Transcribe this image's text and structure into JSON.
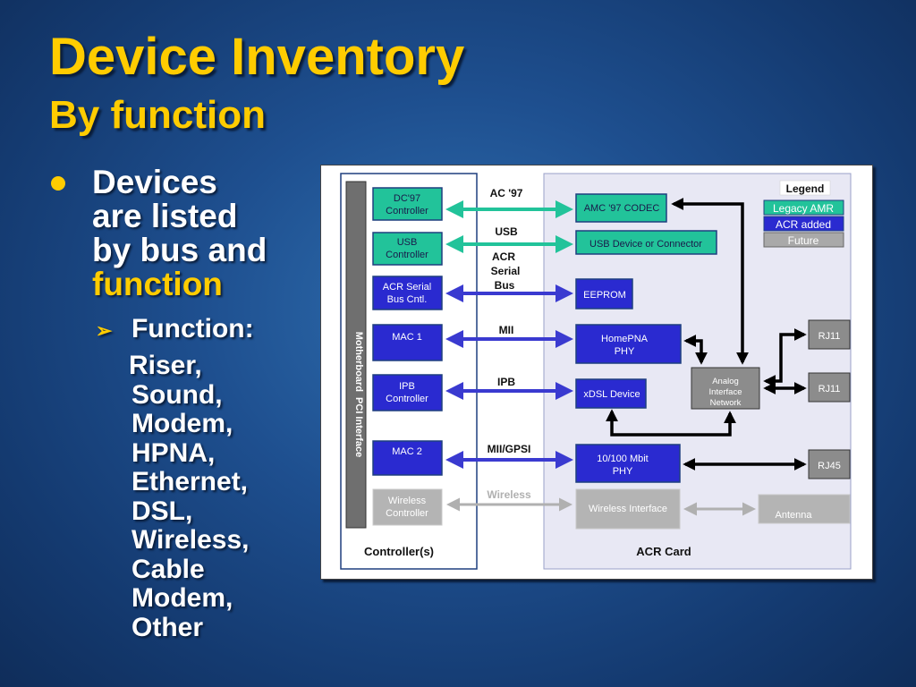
{
  "slide": {
    "title": "Device Inventory",
    "subtitle": "By function"
  },
  "bullets": {
    "main_text": "Devices are listed by bus and",
    "main_lines": [
      "Devices",
      "are listed",
      "by bus and"
    ],
    "main_highlight": "function",
    "sub_label": "Function:",
    "functions": [
      "Riser,",
      "Sound,",
      "Modem,",
      "HPNA,",
      "Ethernet,",
      "DSL,",
      "Wireless,",
      "Cable",
      "Modem,",
      "Other"
    ]
  },
  "diagram": {
    "motherboard_label": "Motherboard  PCI Interface",
    "controllers_label": "Controller(s)",
    "card_label": "ACR Card",
    "legend": {
      "title": "Legend",
      "items": [
        {
          "label": "Legacy AMR",
          "color": "#22c39a"
        },
        {
          "label": "ACR added",
          "color": "#2a2ad0"
        },
        {
          "label": "Future",
          "color": "#a9a9a9"
        }
      ]
    },
    "controllers": [
      {
        "lines": [
          "DC'97",
          "Controller"
        ],
        "kind": "legacy"
      },
      {
        "lines": [
          "USB",
          "Controller"
        ],
        "kind": "legacy"
      },
      {
        "lines": [
          "ACR Serial",
          "Bus Cntl."
        ],
        "kind": "acr"
      },
      {
        "lines": [
          "MAC 1"
        ],
        "kind": "acr"
      },
      {
        "lines": [
          "IPB",
          "Controller"
        ],
        "kind": "acr"
      },
      {
        "lines": [
          "MAC 2"
        ],
        "kind": "acr"
      },
      {
        "lines": [
          "Wireless",
          "Controller"
        ],
        "kind": "future"
      }
    ],
    "buses": [
      "AC '97",
      "USB",
      "ACR Serial Bus",
      "MII",
      "IPB",
      "MII/GPSI",
      "Wireless"
    ],
    "acr_serial_bus_lines": [
      "ACR",
      "Serial",
      "Bus"
    ],
    "devices": [
      {
        "lines": [
          "AMC '97 CODEC"
        ],
        "kind": "legacy"
      },
      {
        "lines": [
          "USB Device or Connector"
        ],
        "kind": "legacy"
      },
      {
        "lines": [
          "EEPROM"
        ],
        "kind": "acr"
      },
      {
        "lines": [
          "HomePNA",
          "PHY"
        ],
        "kind": "acr"
      },
      {
        "lines": [
          "xDSL Device"
        ],
        "kind": "acr"
      },
      {
        "lines": [
          "10/100 Mbit",
          "PHY"
        ],
        "kind": "acr"
      },
      {
        "lines": [
          "Wireless Interface"
        ],
        "kind": "future"
      }
    ],
    "analog_network_lines": [
      "Analog",
      "Interface",
      "Network"
    ],
    "connectors": [
      "RJ11",
      "RJ11",
      "RJ45"
    ],
    "antenna": "Antenna"
  }
}
